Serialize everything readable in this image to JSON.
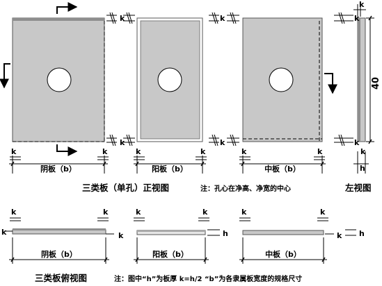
{
  "labels": {
    "k": "k",
    "h": "h",
    "dim_40": "40",
    "yin_board": "阴板（b）",
    "yang_board": "阳板（b）",
    "mid_board": "中板（b）"
  },
  "captions": {
    "front_view": "三类板（单孔）正视图",
    "front_note": "注：孔心在净高、净宽的中心",
    "side_view": "左视图",
    "top_view": "三类板俯视图",
    "top_note": "注：图中“h”为板厚 k=h/2 “b”为各隶属板宽度的规格尺寸"
  },
  "colors": {
    "panel_fill": "#c8c8c8",
    "panel_edge": "#8e8e8e",
    "stroke": "#000000"
  }
}
